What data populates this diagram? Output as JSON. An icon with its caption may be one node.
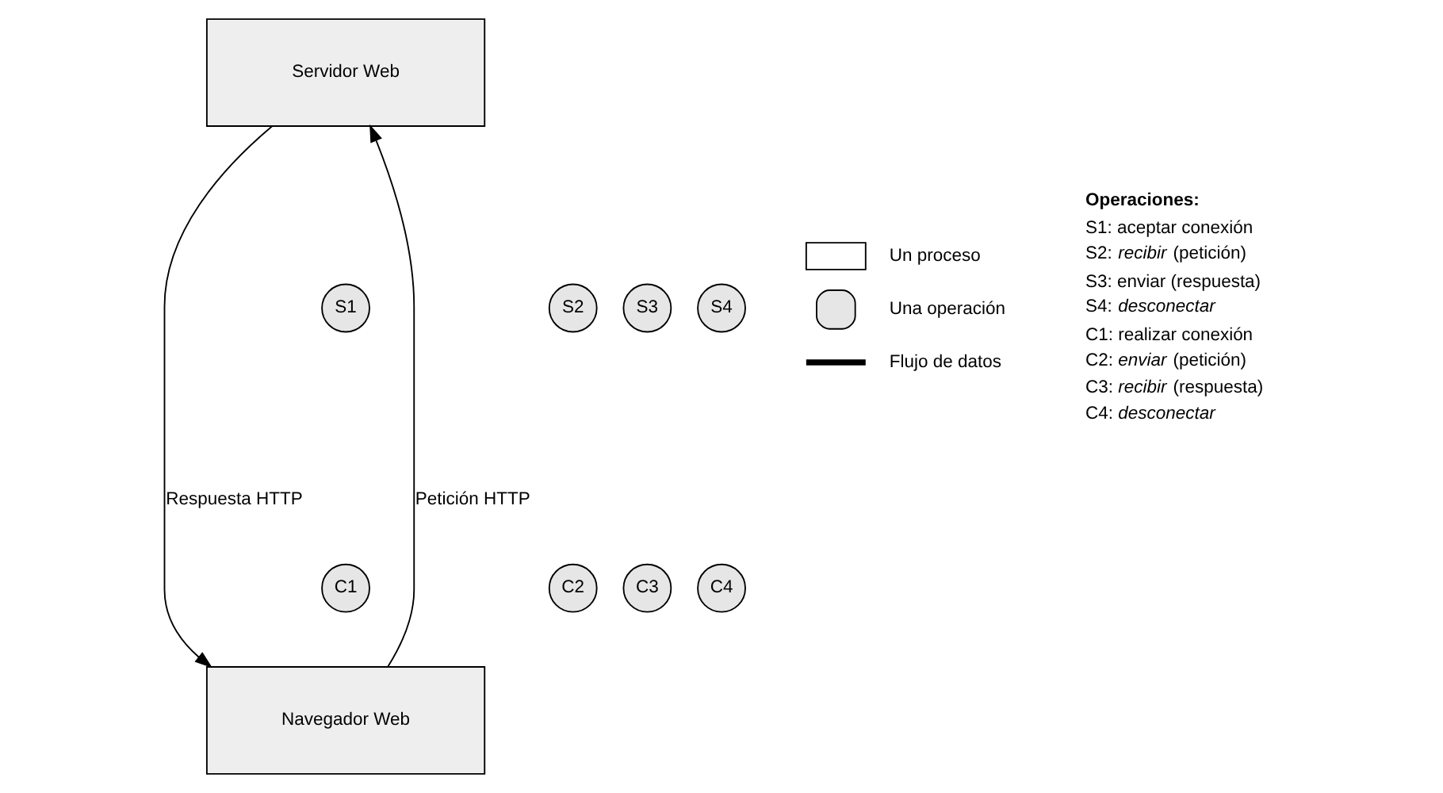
{
  "diagram": {
    "nodes": [
      {
        "text": [
          "Servidor Web"
        ]
      },
      {
        "text": [
          "Navegador Web"
        ]
      },
      {
        "text": [
          "S1"
        ]
      },
      {
        "text": [
          "S2"
        ]
      },
      {
        "text": [
          "S3"
        ]
      },
      {
        "text": [
          "S4"
        ]
      },
      {
        "text": [
          "C1"
        ]
      },
      {
        "text": [
          "C2"
        ]
      },
      {
        "text": [
          "C3"
        ]
      },
      {
        "text": [
          "C4"
        ]
      }
    ],
    "edges": [
      {
        "from": 1,
        "to": 0,
        "arrow": "to",
        "label": "Petición HTTP"
      },
      {
        "from": 0,
        "to": 1,
        "arrow": "to",
        "label": "Respuesta HTTP"
      }
    ],
    "labels": [
      "Operaciones:",
      "S1: aceptar conexión",
      "S2: *recibir* (petición)",
      "S3: enviar (respuesta)",
      "S4: *desconectar*",
      "C1: realizar conexión",
      "C2: *enviar* (petición)",
      "C3: *recibir* (respuesta)",
      "C4: *desconectar*"
    ],
    "legend": [
      {
        "text": "Un proceso"
      },
      {
        "text": "Una operación"
      },
      {
        "text": "Flujo de datos"
      }
    ]
  }
}
